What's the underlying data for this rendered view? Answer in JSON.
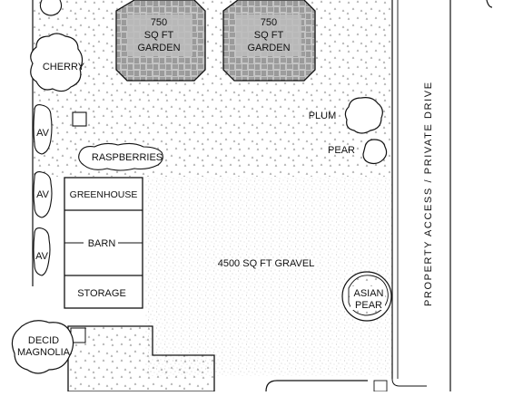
{
  "gardens": [
    {
      "lines": [
        "750",
        "SQ FT",
        "GARDEN"
      ]
    },
    {
      "lines": [
        "750",
        "SQ FT",
        "GARDEN"
      ]
    }
  ],
  "trees": {
    "cherry": "CHERRY",
    "plum": "PLUM",
    "pear": "PEAR",
    "raspberries": "RASPBERRIES",
    "av_top": "AV",
    "av_mid": "AV",
    "av_bottom": "AV",
    "asian_pear": [
      "ASIAN",
      "PEAR"
    ],
    "decid_magnolia": [
      "DECID",
      "MAGNOLIA"
    ]
  },
  "buildings": {
    "greenhouse": "GREENHOUSE",
    "barn": "BARN",
    "storage": "STORAGE"
  },
  "gravel_label": "4500 SQ FT GRAVEL",
  "drive_label": "PROPERTY ACCESS / PRIVATE DRIVE",
  "colors": {
    "line": "#111111",
    "garden_fill": "#bdbdbd",
    "background": "#ffffff"
  }
}
